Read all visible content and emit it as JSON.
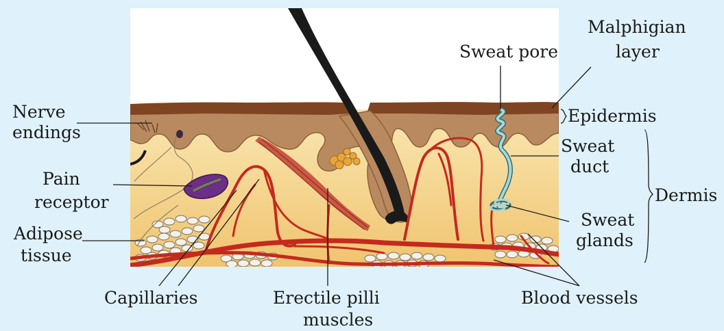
{
  "labels": {
    "nerve_endings_1": "Nerve",
    "nerve_endings_2": "endings",
    "pain_receptor_1": "Pain",
    "pain_receptor_2": "receptor",
    "adipose_tissue_1": "Adipose",
    "adipose_tissue_2": "tissue",
    "capillaries": "Capillaries",
    "erectile_muscles_1": "Erectile pilli",
    "erectile_muscles_2": "muscles",
    "blood_vessels": "Blood vessels",
    "sweat_pore": "Sweat pore",
    "malphigian_layer_1": "Malphigian",
    "malphigian_layer_2": "layer",
    "epidermis": "Epidermis",
    "sweat_duct_1": "Sweat",
    "sweat_duct_2": "duct",
    "dermis": "Dermis",
    "sweat_glands_1": "Sweat",
    "sweat_glands_2": "glands"
  },
  "colors": {
    "background": "#dff1fa",
    "epidermis_surface": "#8a4f2a",
    "epidermis": "#b4845a",
    "dermis_top": "#f7e2a8",
    "dermis_bottom": "#f0c875",
    "blood_vessel": "#c42a1e",
    "hair": "#1a1a1a",
    "pain_receptor": "#6b2f86",
    "sweat_duct": "#9fd0cf"
  }
}
